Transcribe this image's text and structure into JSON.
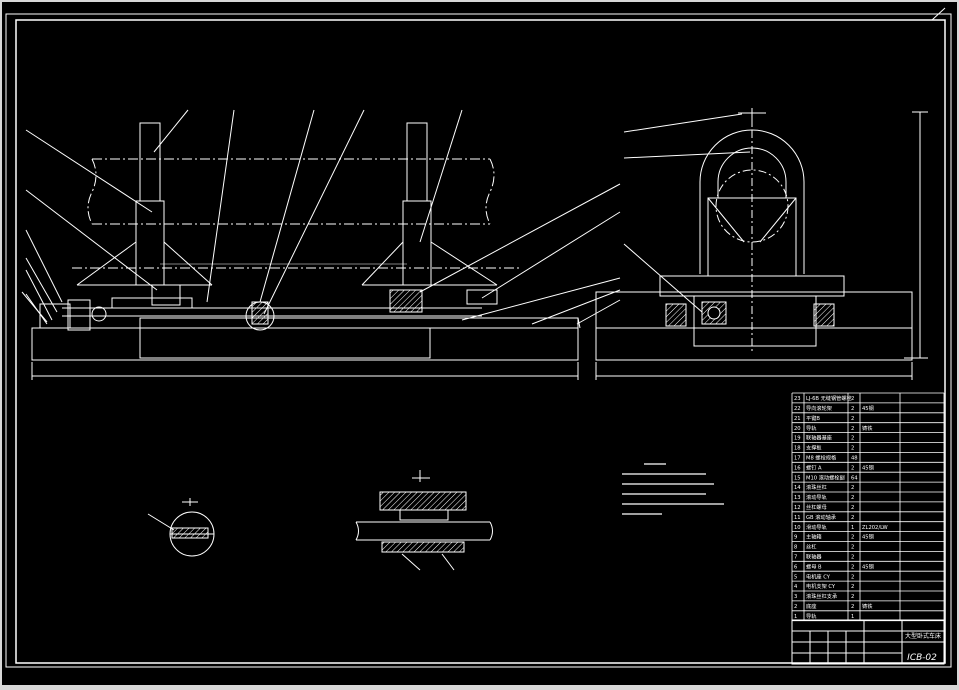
{
  "drawing_number": "ICB-02",
  "title_block_name": "大型卧式车床",
  "parts_list": [
    {
      "no": "23",
      "name": "LJ-6B 无缝钢管螺栓",
      "qty": "2",
      "material": ""
    },
    {
      "no": "22",
      "name": "导向滚轮架",
      "qty": "2",
      "material": "45钢"
    },
    {
      "no": "21",
      "name": "平键B",
      "qty": "2",
      "material": ""
    },
    {
      "no": "20",
      "name": "导轨",
      "qty": "2",
      "material": "铸铁"
    },
    {
      "no": "19",
      "name": "联轴器基座",
      "qty": "2",
      "material": ""
    },
    {
      "no": "18",
      "name": "支撑板",
      "qty": "2",
      "material": ""
    },
    {
      "no": "17",
      "name": "M8 螺栓规格",
      "qty": "48",
      "material": ""
    },
    {
      "no": "16",
      "name": "螺钉 A",
      "qty": "2",
      "material": "45钢"
    },
    {
      "no": "15",
      "name": "M10 滚动螺栓副",
      "qty": "64",
      "material": ""
    },
    {
      "no": "14",
      "name": "滚珠丝杠",
      "qty": "2",
      "material": ""
    },
    {
      "no": "13",
      "name": "滚动导轨",
      "qty": "2",
      "material": ""
    },
    {
      "no": "12",
      "name": "丝杠螺母",
      "qty": "2",
      "material": ""
    },
    {
      "no": "11",
      "name": "GB 滚动轴承",
      "qty": "2",
      "material": ""
    },
    {
      "no": "10",
      "name": "滑动导轨",
      "qty": "1",
      "material": "ZL202/LW"
    },
    {
      "no": "9",
      "name": "主轴箱",
      "qty": "2",
      "material": "45钢"
    },
    {
      "no": "8",
      "name": "丝杠",
      "qty": "2",
      "material": ""
    },
    {
      "no": "7",
      "name": "联轴器",
      "qty": "2",
      "material": ""
    },
    {
      "no": "6",
      "name": "螺母 B",
      "qty": "2",
      "material": "45钢"
    },
    {
      "no": "5",
      "name": "电机座 CY",
      "qty": "2",
      "material": ""
    },
    {
      "no": "4",
      "name": "电机支架 CY",
      "qty": "2",
      "material": ""
    },
    {
      "no": "3",
      "name": "滚珠丝杠支承",
      "qty": "2",
      "material": ""
    },
    {
      "no": "2",
      "name": "底座",
      "qty": "2",
      "material": "铸铁"
    },
    {
      "no": "1",
      "name": "导轨",
      "qty": "1",
      "material": ""
    }
  ]
}
